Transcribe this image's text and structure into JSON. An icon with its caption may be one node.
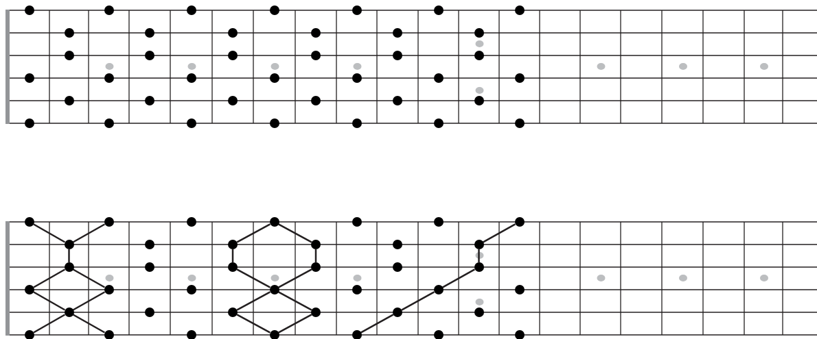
{
  "diagram": {
    "nodes": [
      {
        "text": [],
        "shape": "circle"
      },
      {
        "text": [],
        "shape": "circle"
      },
      {
        "text": [],
        "shape": "circle"
      },
      {
        "text": [],
        "shape": "circle"
      },
      {
        "text": [],
        "shape": "circle"
      },
      {
        "text": [],
        "shape": "circle"
      },
      {
        "text": [],
        "shape": "circle"
      },
      {
        "text": [],
        "shape": "circle"
      },
      {
        "text": [],
        "shape": "circle"
      },
      {
        "text": [],
        "shape": "circle"
      },
      {
        "text": [],
        "shape": "circle"
      },
      {
        "text": [],
        "shape": "circle"
      },
      {
        "text": [],
        "shape": "circle"
      },
      {
        "text": [],
        "shape": "circle"
      },
      {
        "text": [],
        "shape": "circle"
      },
      {
        "text": [],
        "shape": "circle"
      },
      {
        "text": [],
        "shape": "circle"
      },
      {
        "text": [],
        "shape": "circle"
      },
      {
        "text": [],
        "shape": "circle"
      },
      {
        "text": [],
        "shape": "circle"
      },
      {
        "text": [],
        "shape": "circle"
      },
      {
        "text": [],
        "shape": "circle"
      },
      {
        "text": [],
        "shape": "circle"
      },
      {
        "text": [],
        "shape": "circle"
      },
      {
        "text": [],
        "shape": "circle"
      },
      {
        "text": [],
        "shape": "circle"
      },
      {
        "text": [],
        "shape": "circle"
      },
      {
        "text": [],
        "shape": "circle"
      },
      {
        "text": [],
        "shape": "circle"
      },
      {
        "text": [],
        "shape": "circle"
      },
      {
        "text": [],
        "shape": "circle"
      },
      {
        "text": [],
        "shape": "circle"
      },
      {
        "text": [],
        "shape": "circle"
      },
      {
        "text": [],
        "shape": "circle"
      },
      {
        "text": [],
        "shape": "circle"
      },
      {
        "text": [],
        "shape": "circle"
      },
      {
        "text": [],
        "shape": "circle"
      },
      {
        "text": [],
        "shape": "circle"
      },
      {
        "text": [],
        "shape": "circle"
      },
      {
        "text": [],
        "shape": "circle"
      },
      {
        "text": [],
        "shape": "circle"
      },
      {
        "text": [],
        "shape": "circle"
      },
      {
        "text": [],
        "shape": "circle"
      },
      {
        "text": [],
        "shape": "circle"
      },
      {
        "text": [],
        "shape": "circle"
      },
      {
        "text": [],
        "shape": "circle"
      },
      {
        "text": [],
        "shape": "circle"
      },
      {
        "text": [],
        "shape": "circle"
      },
      {
        "text": [],
        "shape": "circle"
      },
      {
        "text": [],
        "shape": "circle"
      },
      {
        "text": [],
        "shape": "circle"
      },
      {
        "text": [],
        "shape": "circle"
      },
      {
        "text": [],
        "shape": "circle"
      },
      {
        "text": [],
        "shape": "circle"
      },
      {
        "text": [],
        "shape": "circle"
      },
      {
        "text": [],
        "shape": "circle"
      },
      {
        "text": [],
        "shape": "circle"
      },
      {
        "text": [],
        "shape": "circle"
      },
      {
        "text": [],
        "shape": "circle"
      },
      {
        "text": [],
        "shape": "circle"
      },
      {
        "text": [],
        "shape": "circle"
      },
      {
        "text": [],
        "shape": "circle"
      },
      {
        "text": [],
        "shape": "circle"
      },
      {
        "text": [],
        "shape": "circle"
      },
      {
        "text": [],
        "shape": "circle"
      },
      {
        "text": [],
        "shape": "circle"
      },
      {
        "text": [],
        "shape": "circle"
      },
      {
        "text": [],
        "shape": "circle"
      },
      {
        "text": [],
        "shape": "circle"
      },
      {
        "text": [],
        "shape": "circle"
      },
      {
        "text": [],
        "shape": "circle"
      },
      {
        "text": [],
        "shape": "circle"
      },
      {
        "text": [],
        "shape": "circle"
      },
      {
        "text": [],
        "shape": "circle"
      },
      {
        "text": [],
        "shape": "circle"
      },
      {
        "text": [],
        "shape": "circle"
      },
      {
        "text": [],
        "shape": "circle"
      },
      {
        "text": [],
        "shape": "circle"
      }
    ],
    "edges": [
      {
        "from": 39,
        "to": 46,
        "arrow": "none"
      },
      {
        "from": 40,
        "to": 46,
        "arrow": "none"
      },
      {
        "from": 46,
        "to": 52,
        "arrow": "none"
      },
      {
        "from": 52,
        "to": 58,
        "arrow": "none"
      },
      {
        "from": 52,
        "to": 59,
        "arrow": "none"
      },
      {
        "from": 58,
        "to": 65,
        "arrow": "none"
      },
      {
        "from": 59,
        "to": 65,
        "arrow": "none"
      },
      {
        "from": 65,
        "to": 71,
        "arrow": "none"
      },
      {
        "from": 65,
        "to": 72,
        "arrow": "none"
      },
      {
        "from": 48,
        "to": 42,
        "arrow": "none"
      },
      {
        "from": 42,
        "to": 49,
        "arrow": "none"
      },
      {
        "from": 48,
        "to": 54,
        "arrow": "none"
      },
      {
        "from": 49,
        "to": 55,
        "arrow": "none"
      },
      {
        "from": 54,
        "to": 61,
        "arrow": "none"
      },
      {
        "from": 55,
        "to": 61,
        "arrow": "none"
      },
      {
        "from": 61,
        "to": 67,
        "arrow": "none"
      },
      {
        "from": 61,
        "to": 68,
        "arrow": "none"
      },
      {
        "from": 67,
        "to": 74,
        "arrow": "none"
      },
      {
        "from": 68,
        "to": 74,
        "arrow": "none"
      },
      {
        "from": 75,
        "to": 69,
        "arrow": "none"
      },
      {
        "from": 69,
        "to": 63,
        "arrow": "none"
      },
      {
        "from": 63,
        "to": 57,
        "arrow": "none"
      },
      {
        "from": 57,
        "to": 51,
        "arrow": "none"
      },
      {
        "from": 51,
        "to": 45,
        "arrow": "none"
      }
    ]
  }
}
